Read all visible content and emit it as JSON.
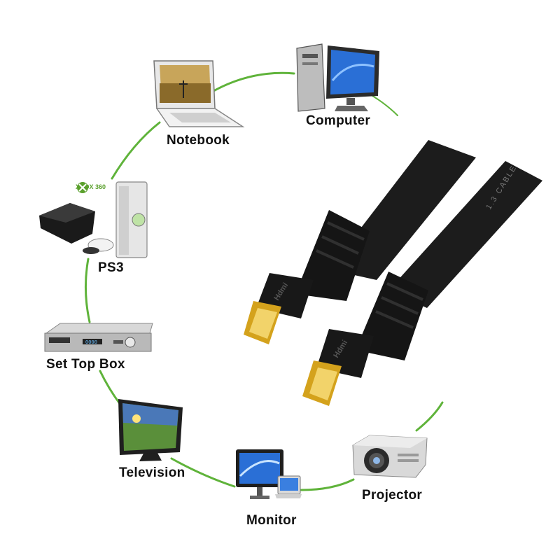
{
  "colors": {
    "connector_line": "#5fb33a",
    "cable": "#1c1c1c",
    "plug_gold": "#d4a21c",
    "screen_blue": "#2a6fd6"
  },
  "devices": [
    {
      "id": "notebook",
      "label": "Notebook",
      "icon": "laptop-icon"
    },
    {
      "id": "computer",
      "label": "Computer",
      "icon": "desktop-computer-icon"
    },
    {
      "id": "ps3",
      "label": "PS3",
      "icon": "game-console-icon",
      "badge": "XBOX 360"
    },
    {
      "id": "settopbox",
      "label": "Set Top Box",
      "icon": "set-top-box-icon"
    },
    {
      "id": "television",
      "label": "Television",
      "icon": "television-icon"
    },
    {
      "id": "monitor",
      "label": "Monitor",
      "icon": "monitor-icon"
    },
    {
      "id": "projector",
      "label": "Projector",
      "icon": "projector-icon"
    }
  ],
  "cable": {
    "icon": "hdmi-cable-icon",
    "plug_text": "Hdmi",
    "jacket_text": "1.3  CABLE"
  }
}
